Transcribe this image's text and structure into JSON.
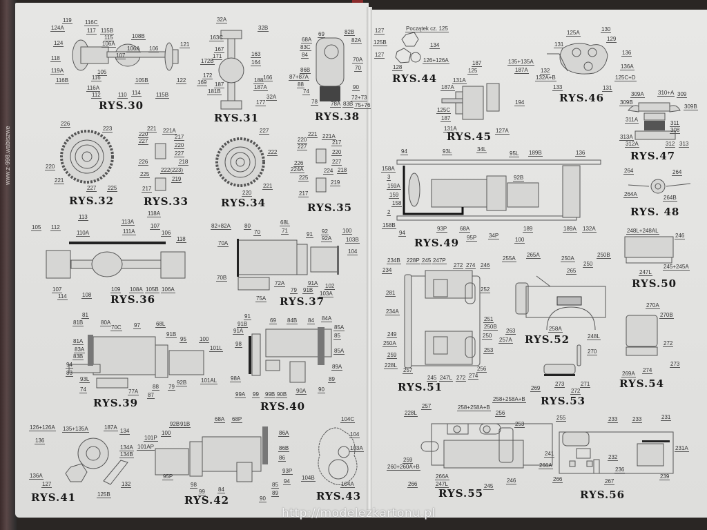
{
  "figures": {
    "rys30": {
      "title": "RYS.30",
      "labels": [
        "119",
        "124A",
        "116C",
        "117",
        "115B",
        "115",
        "106A",
        "108B",
        "124",
        "118",
        "106A",
        "106",
        "107",
        "121",
        "119A",
        "105",
        "116B",
        "116",
        "116A",
        "105B",
        "122",
        "112",
        "110",
        "114",
        "115B"
      ]
    },
    "rys31": {
      "title": "RYS.31",
      "labels": [
        "32A",
        "32B",
        "163C",
        "167",
        "171",
        "163",
        "172B",
        "164",
        "172",
        "166",
        "169",
        "187",
        "188",
        "181B",
        "187A",
        "32A",
        "177"
      ]
    },
    "rys38": {
      "title": "RYS.38",
      "labels": [
        "69",
        "82B",
        "68A",
        "83C",
        "82A",
        "84",
        "70A",
        "86B",
        "87+87A",
        "70",
        "88",
        "74",
        "90",
        "72+73",
        "78",
        "78A",
        "83B",
        "75+76"
      ]
    },
    "rys32": {
      "title": "RYS.32",
      "labels": [
        "226",
        "223",
        "220",
        "221",
        "227",
        "225"
      ]
    },
    "rys33": {
      "title": "RYS.33",
      "labels": [
        "221",
        "221A",
        "220",
        "217",
        "227",
        "220",
        "226",
        "227",
        "218",
        "225",
        "222(223)",
        "219",
        "217"
      ]
    },
    "rys34": {
      "title": "RYS.34",
      "labels": [
        "227",
        "222",
        "221",
        "220"
      ]
    },
    "rys35": {
      "title": "RYS.35",
      "labels": [
        "221",
        "221A",
        "220",
        "217",
        "227",
        "220",
        "226",
        "227",
        "224A",
        "224",
        "218",
        "225",
        "219",
        "217"
      ]
    },
    "rys36": {
      "title": "RYS.36",
      "labels": [
        "112",
        "113",
        "118A",
        "105",
        "113A",
        "107",
        "110A",
        "111A",
        "106",
        "118",
        "107",
        "114",
        "108",
        "109",
        "108A",
        "105B",
        "106A"
      ]
    },
    "rys37": {
      "title": "RYS.37",
      "labels": [
        "82+82A",
        "80",
        "68L",
        "70",
        "71",
        "91",
        "92",
        "100",
        "70A",
        "92A",
        "103B",
        "104",
        "70B",
        "72A",
        "79",
        "91A",
        "91B",
        "102",
        "75A",
        "103A"
      ]
    },
    "rys39": {
      "title": "RYS.39",
      "labels": [
        "81",
        "81B",
        "80A",
        "70C",
        "97",
        "68L",
        "91B",
        "95",
        "100",
        "81A",
        "83A",
        "83B",
        "101L",
        "94",
        "83",
        "93L",
        "92B",
        "101AL",
        "74",
        "77A",
        "87",
        "88",
        "79"
      ]
    },
    "rys40": {
      "title": "RYS.40",
      "labels": [
        "91",
        "91B",
        "69",
        "84B",
        "84",
        "84A",
        "85A",
        "91A",
        "85",
        "98",
        "85A",
        "89A",
        "98A",
        "89",
        "99A",
        "99",
        "99B",
        "90B",
        "90A",
        "90"
      ]
    },
    "rys41": {
      "title": "RYS.41",
      "labels": [
        "126+126A",
        "135+135A",
        "187A",
        "134",
        "136",
        "134A",
        "134B",
        "136A",
        "127",
        "132",
        "125B"
      ]
    },
    "rys42": {
      "title": "RYS.42",
      "labels": [
        "92B",
        "91B",
        "68A",
        "68P",
        "100",
        "101P",
        "86A",
        "101AP",
        "86B",
        "86",
        "95P",
        "93P",
        "94",
        "98",
        "99",
        "84",
        "85",
        "89",
        "90"
      ]
    },
    "rys43": {
      "title": "RYS.43",
      "labels": [
        "104C",
        "104",
        "103A",
        "104B",
        "104A"
      ]
    },
    "rys44": {
      "title": "RYS.44",
      "labels": [
        "127",
        "Początek cz. 125",
        "125B",
        "134",
        "127",
        "126+126A",
        "128"
      ]
    },
    "rys45": {
      "title": "RYS.45",
      "labels": [
        "187",
        "135+135A",
        "125",
        "187A",
        "131A",
        "187A",
        "194",
        "125C",
        "187",
        "131A",
        "127A"
      ]
    },
    "rys46": {
      "title": "RYS.46",
      "labels": [
        "125A",
        "130",
        "131",
        "129",
        "136",
        "132",
        "132A+B",
        "136A",
        "133",
        "125C+D",
        "131"
      ]
    },
    "rys47": {
      "title": "RYS.47",
      "labels": [
        "309A",
        "310+A",
        "309",
        "309B",
        "309B",
        "311A",
        "311",
        "308",
        "313A",
        "312A",
        "312",
        "313"
      ]
    },
    "rys48": {
      "title": "RYS. 48",
      "labels": [
        "264",
        "264",
        "264A",
        "264B"
      ]
    },
    "rys49": {
      "title": "RYS.49",
      "labels": [
        "94",
        "93L",
        "34L",
        "95L",
        "189B",
        "136",
        "158A",
        "3",
        "92B",
        "159A",
        "159",
        "158",
        "2",
        "158B",
        "94",
        "93P",
        "68A",
        "95P",
        "34P",
        "100",
        "189",
        "189A",
        "132A"
      ]
    },
    "rys50": {
      "title": "RYS.50",
      "labels": [
        "248L+248AL",
        "246",
        "245+245A",
        "247L"
      ]
    },
    "rys51": {
      "title": "RYS.51",
      "labels": [
        "234B",
        "228P",
        "245",
        "247P",
        "272",
        "274",
        "246",
        "234",
        "252",
        "281",
        "234A",
        "251",
        "250B",
        "249",
        "250",
        "250A",
        "253",
        "259",
        "228L",
        "257",
        "256",
        "245",
        "247L",
        "272",
        "274"
      ]
    },
    "rys52": {
      "title": "RYS.52",
      "labels": [
        "255A",
        "265A",
        "250A",
        "250B",
        "250",
        "265",
        "263",
        "258A",
        "257A",
        "248L"
      ]
    },
    "rys53": {
      "title": "RYS.53",
      "labels": [
        "270",
        "271",
        "269",
        "273",
        "272"
      ]
    },
    "rys54": {
      "title": "RYS.54",
      "labels": [
        "270A",
        "270B",
        "272",
        "273",
        "269A",
        "274"
      ]
    },
    "rys55": {
      "title": "RYS.55",
      "labels": [
        "257",
        "258+258A+B",
        "258+258A+B",
        "228L",
        "256",
        "253",
        "259",
        "260+260A+B",
        "266A",
        "247L",
        "245",
        "246",
        "266"
      ]
    },
    "rys56": {
      "title": "RYS.56",
      "labels": [
        "255",
        "233",
        "233",
        "231",
        "241",
        "232",
        "231A",
        "266A",
        "236",
        "266",
        "267",
        "239"
      ]
    }
  },
  "watermark": "http://modelezkartonu.pl",
  "spine_text": "www.z-998.wabiszwe",
  "colors": {
    "paper": "#e3e4e2",
    "ink": "#181818",
    "background": "#2a2624"
  }
}
